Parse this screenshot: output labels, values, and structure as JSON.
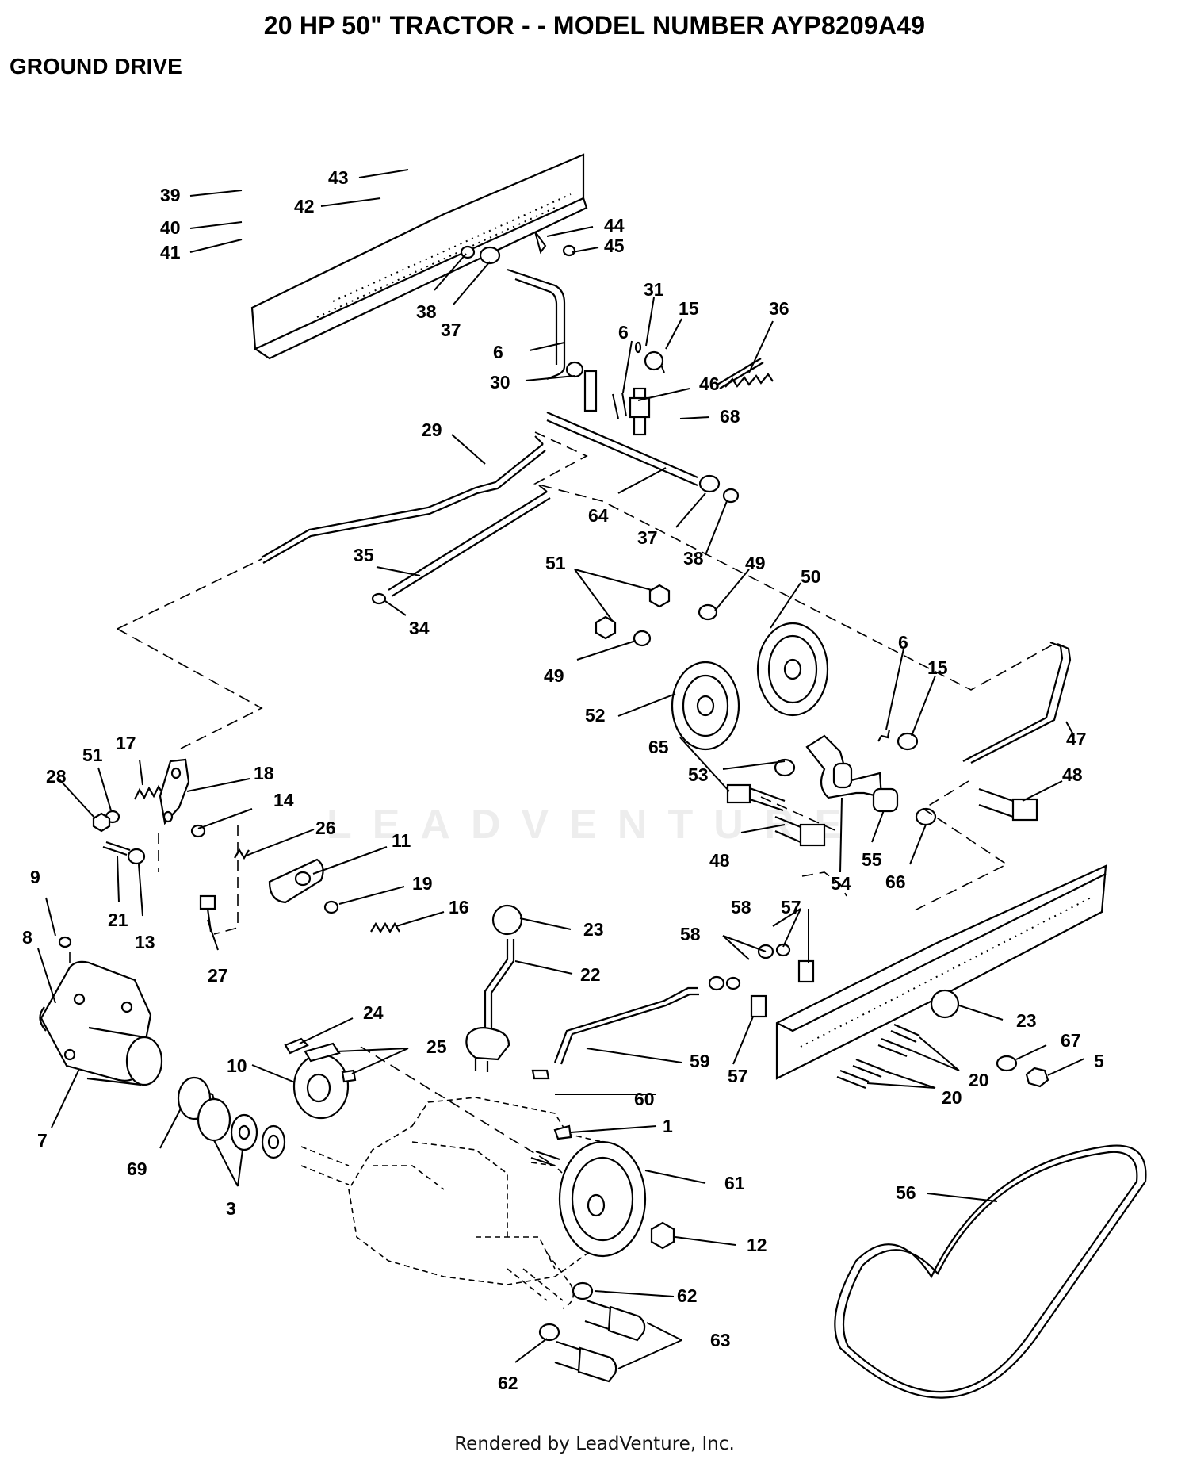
{
  "title": "20 HP 50\" TRACTOR - - MODEL NUMBER AYP8209A49",
  "section": "GROUND DRIVE",
  "footer": "Rendered by LeadVenture, Inc.",
  "watermark": "LEADVENTURE",
  "callouts": [
    {
      "id": "c1",
      "label": "39"
    },
    {
      "id": "c2",
      "label": "40"
    },
    {
      "id": "c3",
      "label": "41"
    },
    {
      "id": "c4",
      "label": "43"
    },
    {
      "id": "c5",
      "label": "42"
    },
    {
      "id": "c6",
      "label": "44"
    },
    {
      "id": "c7",
      "label": "45"
    },
    {
      "id": "c8",
      "label": "38"
    },
    {
      "id": "c9",
      "label": "37"
    },
    {
      "id": "c10",
      "label": "31"
    },
    {
      "id": "c11",
      "label": "15"
    },
    {
      "id": "c12",
      "label": "36"
    },
    {
      "id": "c13",
      "label": "6"
    },
    {
      "id": "c14",
      "label": "6"
    },
    {
      "id": "c15",
      "label": "30"
    },
    {
      "id": "c16",
      "label": "46"
    },
    {
      "id": "c17",
      "label": "68"
    },
    {
      "id": "c18",
      "label": "29"
    },
    {
      "id": "c19",
      "label": "64"
    },
    {
      "id": "c20",
      "label": "37"
    },
    {
      "id": "c21",
      "label": "38"
    },
    {
      "id": "c22",
      "label": "35"
    },
    {
      "id": "c23",
      "label": "34"
    },
    {
      "id": "c24",
      "label": "51"
    },
    {
      "id": "c25",
      "label": "49"
    },
    {
      "id": "c26",
      "label": "50"
    },
    {
      "id": "c27",
      "label": "49"
    },
    {
      "id": "c28",
      "label": "52"
    },
    {
      "id": "c29",
      "label": "6"
    },
    {
      "id": "c30",
      "label": "15"
    },
    {
      "id": "c31",
      "label": "47"
    },
    {
      "id": "c32",
      "label": "65"
    },
    {
      "id": "c33",
      "label": "53"
    },
    {
      "id": "c34",
      "label": "48"
    },
    {
      "id": "c35",
      "label": "48"
    },
    {
      "id": "c36",
      "label": "54"
    },
    {
      "id": "c37",
      "label": "55"
    },
    {
      "id": "c38",
      "label": "66"
    },
    {
      "id": "c39",
      "label": "17"
    },
    {
      "id": "c40",
      "label": "51"
    },
    {
      "id": "c41",
      "label": "28"
    },
    {
      "id": "c42",
      "label": "18"
    },
    {
      "id": "c43",
      "label": "14"
    },
    {
      "id": "c44",
      "label": "26"
    },
    {
      "id": "c45",
      "label": "11"
    },
    {
      "id": "c46",
      "label": "21"
    },
    {
      "id": "c47",
      "label": "13"
    },
    {
      "id": "c48",
      "label": "19"
    },
    {
      "id": "c49",
      "label": "16"
    },
    {
      "id": "c50",
      "label": "27"
    },
    {
      "id": "c51",
      "label": "9"
    },
    {
      "id": "c52",
      "label": "8"
    },
    {
      "id": "c53",
      "label": "7"
    },
    {
      "id": "c54",
      "label": "23"
    },
    {
      "id": "c55",
      "label": "22"
    },
    {
      "id": "c56",
      "label": "58"
    },
    {
      "id": "c57",
      "label": "57"
    },
    {
      "id": "c58",
      "label": "58"
    },
    {
      "id": "c59",
      "label": "57"
    },
    {
      "id": "c60",
      "label": "23"
    },
    {
      "id": "c61",
      "label": "67"
    },
    {
      "id": "c62",
      "label": "5"
    },
    {
      "id": "c63",
      "label": "20"
    },
    {
      "id": "c64",
      "label": "20"
    },
    {
      "id": "c65",
      "label": "24"
    },
    {
      "id": "c66",
      "label": "25"
    },
    {
      "id": "c67",
      "label": "10"
    },
    {
      "id": "c68",
      "label": "59"
    },
    {
      "id": "c69",
      "label": "60"
    },
    {
      "id": "c70",
      "label": "1"
    },
    {
      "id": "c71",
      "label": "69"
    },
    {
      "id": "c72",
      "label": "3"
    },
    {
      "id": "c73",
      "label": "61"
    },
    {
      "id": "c74",
      "label": "12"
    },
    {
      "id": "c75",
      "label": "56"
    },
    {
      "id": "c76",
      "label": "62"
    },
    {
      "id": "c77",
      "label": "63"
    },
    {
      "id": "c78",
      "label": "62"
    }
  ]
}
